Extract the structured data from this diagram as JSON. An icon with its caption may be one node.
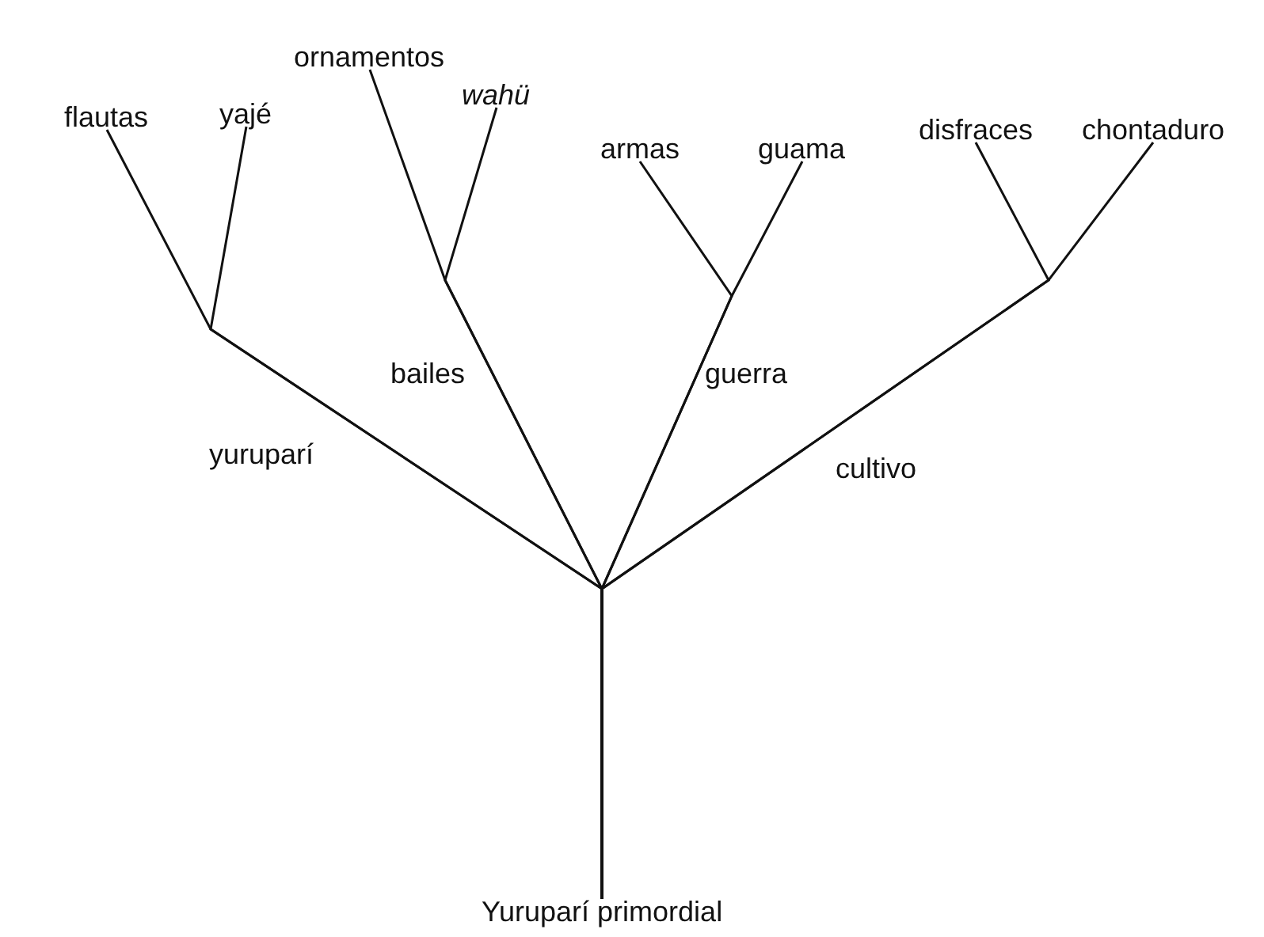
{
  "diagram": {
    "nodes": [
      {
        "text": [
          "flautas"
        ]
      },
      {
        "text": [
          "yajé"
        ]
      },
      {
        "text": [
          "ornamentos"
        ]
      },
      {
        "text": [
          "wahü"
        ]
      },
      {
        "text": [
          "armas"
        ]
      },
      {
        "text": [
          "guama"
        ]
      },
      {
        "text": [
          "disfraces"
        ]
      },
      {
        "text": [
          "chontaduro"
        ]
      },
      {
        "text": [
          "Yuruparí primordial"
        ]
      }
    ],
    "edges": [
      {
        "from": 8,
        "to": 0,
        "arrow": "none"
      },
      {
        "from": 8,
        "to": 1,
        "arrow": "none"
      },
      {
        "from": 8,
        "to": 2,
        "arrow": "none"
      },
      {
        "from": 8,
        "to": 3,
        "arrow": "none"
      },
      {
        "from": 8,
        "to": 4,
        "arrow": "none"
      },
      {
        "from": 8,
        "to": 5,
        "arrow": "none"
      },
      {
        "from": 8,
        "to": 6,
        "arrow": "none"
      },
      {
        "from": 8,
        "to": 7,
        "arrow": "none"
      }
    ],
    "labels": [
      "bailes",
      "guerra",
      "yuruparí",
      "cultivo"
    ]
  }
}
